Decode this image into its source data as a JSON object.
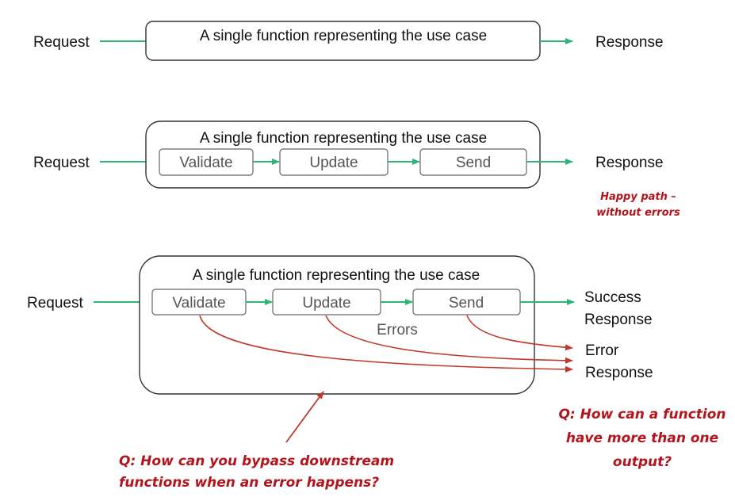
{
  "colors": {
    "flow_arrow": "#2bb673",
    "error_arrow": "#c0392b",
    "annotation": "#b3141b",
    "box_stroke": "#333333",
    "step_stroke": "#666666"
  },
  "diagram1": {
    "request": "Request",
    "function_label": "A single function representing the use case",
    "response": "Response"
  },
  "diagram2": {
    "request": "Request",
    "function_label": "A single function representing the use case",
    "steps": [
      "Validate",
      "Update",
      "Send"
    ],
    "response": "Response",
    "note_line1": "Happy path –",
    "note_line2": "without errors"
  },
  "diagram3": {
    "request": "Request",
    "function_label": "A single function representing the use case",
    "steps": [
      "Validate",
      "Update",
      "Send"
    ],
    "errors_label": "Errors",
    "success_line1": "Success",
    "success_line2": "Response",
    "error_line1": "Error",
    "error_line2": "Response"
  },
  "annotations": {
    "q_bypass_line1": "Q: How can you bypass downstream",
    "q_bypass_line2": "functions when an error happens?",
    "q_output_line1": "Q: How can a function",
    "q_output_line2": "have more than one",
    "q_output_line3": "output?"
  }
}
